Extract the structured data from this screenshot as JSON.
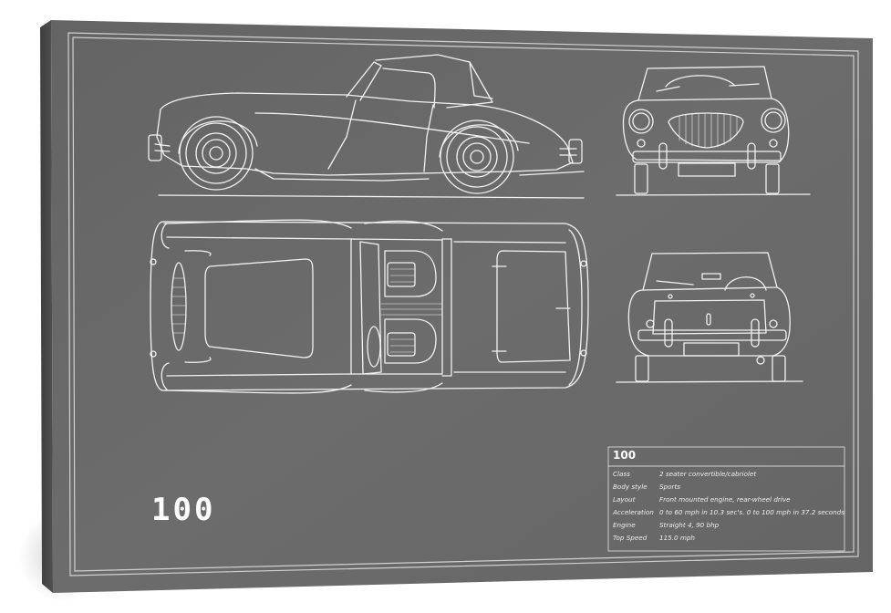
{
  "poster": {
    "model_title": "100",
    "colors": {
      "canvas": "#6a6a6a",
      "canvas_edge": "#4a4a4a",
      "line": "#f0f0f0",
      "frame_line": "#cfcfcf",
      "background": "#ffffff"
    },
    "views": [
      {
        "name": "side-view"
      },
      {
        "name": "front-view"
      },
      {
        "name": "top-view"
      },
      {
        "name": "rear-view"
      }
    ]
  },
  "spec": {
    "title": "100",
    "rows": [
      {
        "label": "Class",
        "value": "2 seater convertible/cabriolet"
      },
      {
        "label": "Body style",
        "value": "Sports"
      },
      {
        "label": "Layout",
        "value": "Front mounted engine, rear-wheel drive"
      },
      {
        "label": "Acceleration",
        "value": "0 to 60 mph in 10.3 sec's. 0 to 100 mph in 37.2 seconds"
      },
      {
        "label": "Engine",
        "value": "Straight 4, 90 bhp"
      },
      {
        "label": "Top Speed",
        "value": "115.0 mph"
      }
    ]
  }
}
